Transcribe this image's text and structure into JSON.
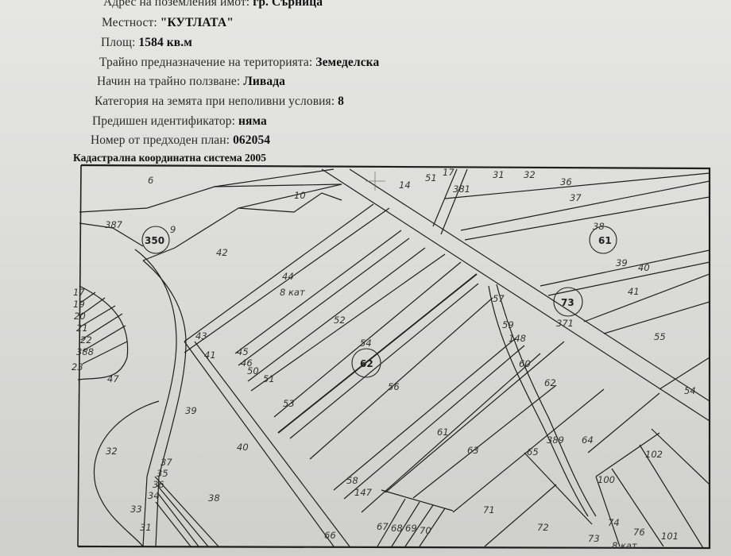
{
  "info": {
    "address": {
      "label": "Адрес на поземления имот:",
      "value": "гр. Сърница"
    },
    "locality": {
      "label": "Местност:",
      "value": "\"КУТЛАТА\""
    },
    "area": {
      "label": "Площ:",
      "value": "1584 кв.м"
    },
    "purpose": {
      "label": "Трайно предназначение на територията:",
      "value": "Земеделска"
    },
    "usage": {
      "label": "Начин на трайно ползване:",
      "value": "Ливада"
    },
    "category": {
      "label": "Категория на земята при неполивни условия:",
      "value": "8"
    },
    "prev_id": {
      "label": "Предишен идентификатор:",
      "value": "няма"
    },
    "prev_plan": {
      "label": "Номер от предходен план:",
      "value": "062054"
    }
  },
  "map": {
    "title": "Кадастрална координатна система 2005",
    "circled": [
      "350",
      "61",
      "73",
      "62"
    ],
    "labels": [
      "6",
      "10",
      "14",
      "51",
      "17",
      "381",
      "31",
      "32",
      "36",
      "37",
      "387",
      "9",
      "42",
      "38",
      "39",
      "40",
      "44",
      "8 кат",
      "41",
      "57",
      "371",
      "52",
      "59",
      "17",
      "19",
      "20",
      "21",
      "22",
      "388",
      "23",
      "148",
      "55",
      "43",
      "54",
      "45",
      "46",
      "41",
      "50",
      "51",
      "60",
      "47",
      "62",
      "56",
      "54",
      "53",
      "39",
      "61",
      "389",
      "64",
      "32",
      "40",
      "63",
      "65",
      "102",
      "37",
      "35",
      "36",
      "34",
      "100",
      "58",
      "147",
      "38",
      "33",
      "71",
      "67",
      "68",
      "69",
      "70",
      "72",
      "74",
      "31",
      "66",
      "73",
      "76",
      "101",
      "8 кат"
    ]
  }
}
